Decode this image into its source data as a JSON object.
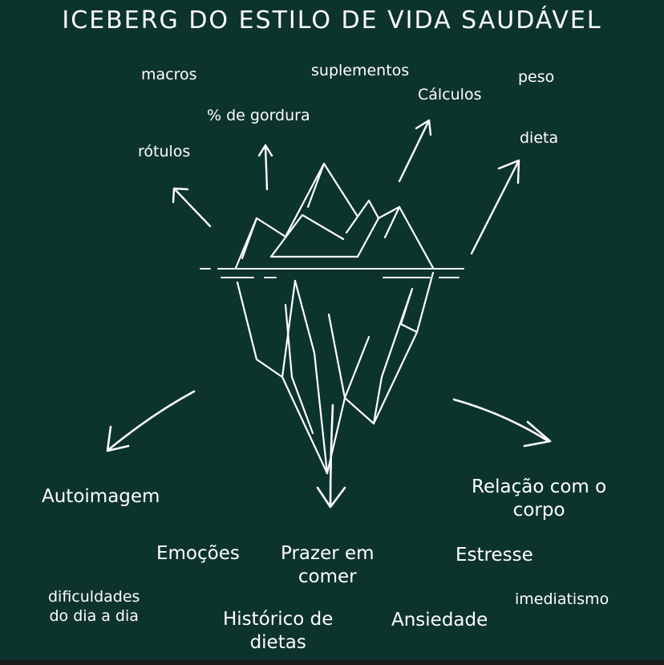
{
  "title": "ICEBERG DO ESTILO DE VIDA SAUDÁVEL",
  "above": {
    "macros": "macros",
    "suplementos": "suplementos",
    "peso": "peso",
    "calculos": "Cálculos",
    "gordura": "% de gordura",
    "dieta": "dieta",
    "rotulos": "rótulos"
  },
  "below": {
    "autoimagem": "Autoimagem",
    "relacao_1": "Relação com o",
    "relacao_2": "corpo",
    "emocoes": "Emoções",
    "prazer_1": "Prazer em",
    "prazer_2": "comer",
    "estresse": "Estresse",
    "dificuldades_1": "dificuldades",
    "dificuldades_2": "do dia a dia",
    "imediatismo": "imediatismo",
    "historico_1": "Histórico de",
    "historico_2": "dietas",
    "ansiedade": "Ansiedade"
  },
  "colors": {
    "background": "#0d342c",
    "ink": "#ffffff"
  }
}
